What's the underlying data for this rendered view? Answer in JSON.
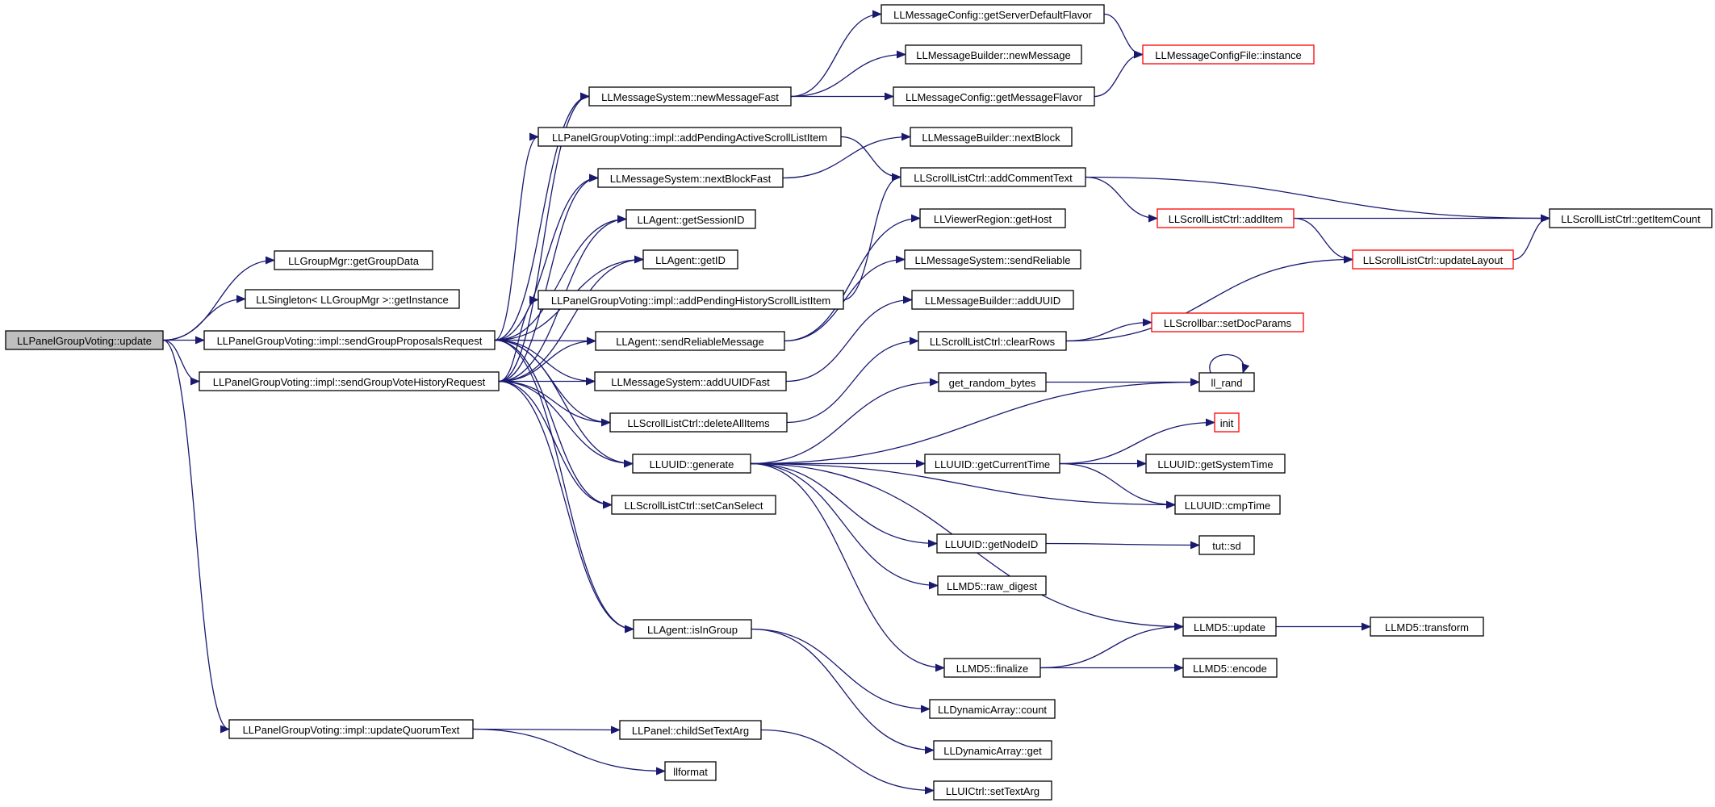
{
  "graph": {
    "colors": {
      "edge": "#191970",
      "node_border": "#000000",
      "root_fill": "#bfbfbf",
      "node_fill": "#ffffff",
      "truncated_border": "#ff0000"
    },
    "nodes": [
      {
        "id": "update",
        "label": "LLPanelGroupVoting::update",
        "style": "root"
      },
      {
        "id": "getGroupData",
        "label": "LLGroupMgr::getGroupData",
        "style": "normal"
      },
      {
        "id": "getInstance",
        "label": "LLSingleton< LLGroupMgr >::getInstance",
        "style": "normal"
      },
      {
        "id": "sendProposals",
        "label": "LLPanelGroupVoting::impl::sendGroupProposalsRequest",
        "style": "normal"
      },
      {
        "id": "sendVoteHistory",
        "label": "LLPanelGroupVoting::impl::sendGroupVoteHistoryRequest",
        "style": "normal"
      },
      {
        "id": "updateQuorum",
        "label": "LLPanelGroupVoting::impl::updateQuorumText",
        "style": "normal"
      },
      {
        "id": "newMessageFast",
        "label": "LLMessageSystem::newMessageFast",
        "style": "normal"
      },
      {
        "id": "addPendingActive",
        "label": "LLPanelGroupVoting::impl::addPendingActiveScrollListItem",
        "style": "normal"
      },
      {
        "id": "nextBlockFast",
        "label": "LLMessageSystem::nextBlockFast",
        "style": "normal"
      },
      {
        "id": "getSessionID",
        "label": "LLAgent::getSessionID",
        "style": "normal"
      },
      {
        "id": "getID",
        "label": "LLAgent::getID",
        "style": "normal"
      },
      {
        "id": "addPendingHistory",
        "label": "LLPanelGroupVoting::impl::addPendingHistoryScrollListItem",
        "style": "normal"
      },
      {
        "id": "sendReliableMessage",
        "label": "LLAgent::sendReliableMessage",
        "style": "normal"
      },
      {
        "id": "addUUIDFast",
        "label": "LLMessageSystem::addUUIDFast",
        "style": "normal"
      },
      {
        "id": "deleteAllItems",
        "label": "LLScrollListCtrl::deleteAllItems",
        "style": "normal"
      },
      {
        "id": "generate",
        "label": "LLUUID::generate",
        "style": "normal"
      },
      {
        "id": "setCanSelect",
        "label": "LLScrollListCtrl::setCanSelect",
        "style": "normal"
      },
      {
        "id": "isInGroup",
        "label": "LLAgent::isInGroup",
        "style": "normal"
      },
      {
        "id": "childSetTextArg",
        "label": "LLPanel::childSetTextArg",
        "style": "normal"
      },
      {
        "id": "llformat",
        "label": "llformat",
        "style": "normal"
      },
      {
        "id": "getServerDefaultFlavor",
        "label": "LLMessageConfig::getServerDefaultFlavor",
        "style": "normal"
      },
      {
        "id": "newMessage",
        "label": "LLMessageBuilder::newMessage",
        "style": "normal"
      },
      {
        "id": "getMessageFlavor",
        "label": "LLMessageConfig::getMessageFlavor",
        "style": "normal"
      },
      {
        "id": "nextBlock",
        "label": "LLMessageBuilder::nextBlock",
        "style": "normal"
      },
      {
        "id": "addCommentText",
        "label": "LLScrollListCtrl::addCommentText",
        "style": "normal"
      },
      {
        "id": "getHost",
        "label": "LLViewerRegion::getHost",
        "style": "normal"
      },
      {
        "id": "sendReliable",
        "label": "LLMessageSystem::sendReliable",
        "style": "normal"
      },
      {
        "id": "addUUID",
        "label": "LLMessageBuilder::addUUID",
        "style": "normal"
      },
      {
        "id": "clearRows",
        "label": "LLScrollListCtrl::clearRows",
        "style": "normal"
      },
      {
        "id": "getRandomBytes",
        "label": "get_random_bytes",
        "style": "normal"
      },
      {
        "id": "getCurrentTime",
        "label": "LLUUID::getCurrentTime",
        "style": "normal"
      },
      {
        "id": "getNodeID",
        "label": "LLUUID::getNodeID",
        "style": "normal"
      },
      {
        "id": "rawDigest",
        "label": "LLMD5::raw_digest",
        "style": "normal"
      },
      {
        "id": "finalize",
        "label": "LLMD5::finalize",
        "style": "normal"
      },
      {
        "id": "count",
        "label": "LLDynamicArray::count",
        "style": "normal"
      },
      {
        "id": "get",
        "label": "LLDynamicArray::get",
        "style": "normal"
      },
      {
        "id": "setTextArg",
        "label": "LLUICtrl::setTextArg",
        "style": "normal"
      },
      {
        "id": "configInstance",
        "label": "LLMessageConfigFile::instance",
        "style": "truncated"
      },
      {
        "id": "addItem",
        "label": "LLScrollListCtrl::addItem",
        "style": "truncated"
      },
      {
        "id": "updateLayout",
        "label": "LLScrollListCtrl::updateLayout",
        "style": "truncated"
      },
      {
        "id": "setDocParams",
        "label": "LLScrollbar::setDocParams",
        "style": "truncated"
      },
      {
        "id": "llRand",
        "label": "ll_rand",
        "style": "normal"
      },
      {
        "id": "init",
        "label": "init",
        "style": "truncated"
      },
      {
        "id": "getSystemTime",
        "label": "LLUUID::getSystemTime",
        "style": "normal"
      },
      {
        "id": "cmpTime",
        "label": "LLUUID::cmpTime",
        "style": "normal"
      },
      {
        "id": "tutSd",
        "label": "tut::sd",
        "style": "normal"
      },
      {
        "id": "md5Update",
        "label": "LLMD5::update",
        "style": "normal"
      },
      {
        "id": "encode",
        "label": "LLMD5::encode",
        "style": "normal"
      },
      {
        "id": "getItemCount",
        "label": "LLScrollListCtrl::getItemCount",
        "style": "normal"
      },
      {
        "id": "transform",
        "label": "LLMD5::transform",
        "style": "normal"
      }
    ],
    "edges": [
      [
        "update",
        "getGroupData"
      ],
      [
        "update",
        "getInstance"
      ],
      [
        "update",
        "sendProposals"
      ],
      [
        "update",
        "sendVoteHistory"
      ],
      [
        "update",
        "updateQuorum"
      ],
      [
        "sendProposals",
        "newMessageFast"
      ],
      [
        "sendProposals",
        "addPendingActive"
      ],
      [
        "sendProposals",
        "nextBlockFast"
      ],
      [
        "sendProposals",
        "getSessionID"
      ],
      [
        "sendProposals",
        "getID"
      ],
      [
        "sendProposals",
        "sendReliableMessage"
      ],
      [
        "sendProposals",
        "addUUIDFast"
      ],
      [
        "sendProposals",
        "deleteAllItems"
      ],
      [
        "sendProposals",
        "generate"
      ],
      [
        "sendProposals",
        "setCanSelect"
      ],
      [
        "sendProposals",
        "isInGroup"
      ],
      [
        "sendVoteHistory",
        "newMessageFast"
      ],
      [
        "sendVoteHistory",
        "nextBlockFast"
      ],
      [
        "sendVoteHistory",
        "getSessionID"
      ],
      [
        "sendVoteHistory",
        "getID"
      ],
      [
        "sendVoteHistory",
        "addPendingHistory"
      ],
      [
        "sendVoteHistory",
        "sendReliableMessage"
      ],
      [
        "sendVoteHistory",
        "addUUIDFast"
      ],
      [
        "sendVoteHistory",
        "deleteAllItems"
      ],
      [
        "sendVoteHistory",
        "generate"
      ],
      [
        "sendVoteHistory",
        "setCanSelect"
      ],
      [
        "sendVoteHistory",
        "isInGroup"
      ],
      [
        "updateQuorum",
        "childSetTextArg"
      ],
      [
        "updateQuorum",
        "llformat"
      ],
      [
        "newMessageFast",
        "getServerDefaultFlavor"
      ],
      [
        "newMessageFast",
        "newMessage"
      ],
      [
        "newMessageFast",
        "getMessageFlavor"
      ],
      [
        "getServerDefaultFlavor",
        "configInstance"
      ],
      [
        "getMessageFlavor",
        "configInstance"
      ],
      [
        "addPendingActive",
        "addCommentText"
      ],
      [
        "addPendingHistory",
        "addCommentText"
      ],
      [
        "nextBlockFast",
        "nextBlock"
      ],
      [
        "addCommentText",
        "addItem"
      ],
      [
        "addCommentText",
        "getItemCount"
      ],
      [
        "addItem",
        "getItemCount"
      ],
      [
        "addItem",
        "updateLayout"
      ],
      [
        "updateLayout",
        "getItemCount"
      ],
      [
        "sendReliableMessage",
        "getHost"
      ],
      [
        "sendReliableMessage",
        "sendReliable"
      ],
      [
        "addUUIDFast",
        "addUUID"
      ],
      [
        "deleteAllItems",
        "clearRows"
      ],
      [
        "clearRows",
        "updateLayout"
      ],
      [
        "clearRows",
        "setDocParams"
      ],
      [
        "generate",
        "getRandomBytes"
      ],
      [
        "generate",
        "llRand"
      ],
      [
        "generate",
        "getCurrentTime"
      ],
      [
        "generate",
        "cmpTime"
      ],
      [
        "generate",
        "getNodeID"
      ],
      [
        "generate",
        "rawDigest"
      ],
      [
        "generate",
        "md5Update"
      ],
      [
        "generate",
        "finalize"
      ],
      [
        "getRandomBytes",
        "llRand"
      ],
      [
        "llRand",
        "llRand"
      ],
      [
        "getCurrentTime",
        "init"
      ],
      [
        "getCurrentTime",
        "getSystemTime"
      ],
      [
        "getCurrentTime",
        "cmpTime"
      ],
      [
        "getNodeID",
        "tutSd"
      ],
      [
        "finalize",
        "md5Update"
      ],
      [
        "finalize",
        "encode"
      ],
      [
        "md5Update",
        "transform"
      ],
      [
        "isInGroup",
        "count"
      ],
      [
        "isInGroup",
        "get"
      ],
      [
        "childSetTextArg",
        "setTextArg"
      ]
    ]
  }
}
